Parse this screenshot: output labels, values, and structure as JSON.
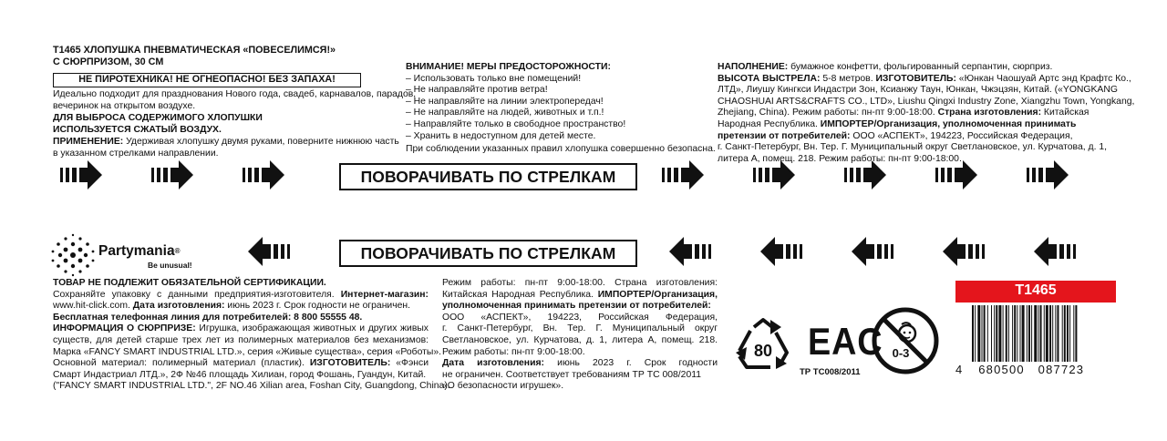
{
  "product": {
    "title_l1": "Т1465 ХЛОПУШКА ПНЕВМАТИЧЕСКАЯ «ПОВЕСЕЛИМСЯ!»",
    "title_l2": "С СЮРПРИЗОМ, 30 СМ",
    "warning_box": "НЕ ПИРОТЕХНИКА! НЕ ОГНЕОПАСНО! БЕЗ ЗАПАХА!",
    "ideal_l1": "Идеально подходит для празднования Нового года, свадеб, карнавалов, парадов,",
    "ideal_l2": "вечеринок на открытом воздухе.",
    "air_l1": "ДЛЯ ВЫБРОСА СОДЕРЖИМОГО ХЛОПУШКИ",
    "air_l2": "ИСПОЛЬЗУЕТСЯ СЖАТЫЙ ВОЗДУХ.",
    "usage_label": "ПРИМЕНЕНИЕ:",
    "usage_l1": " Удерживая хлопушку двумя руками, поверните нижнюю часть",
    "usage_l2": "в указанном стрелками направлении."
  },
  "precautions": {
    "heading": "ВНИМАНИЕ! МЕРЫ ПРЕДОСТОРОЖНОСТИ:",
    "items": [
      "–  Использовать только вне помещений!",
      "–  Не направляйте против ветра!",
      "–  Не направляйте на линии электропередач!",
      "–  Не направляйте на людей, животных и т.п.!",
      "–  Направляйте только в свободное пространство!",
      "–  Хранить в недоступном для детей месте."
    ],
    "footer": "При соблюдении указанных правил хлопушка совершенно безопасна."
  },
  "filling": {
    "l1_label": "НАПОЛНЕНИЕ:",
    "l1_text": " бумажное конфетти, фольгированный серпантин, сюрприз.",
    "l2_label1": "ВЫСОТА ВЫСТРЕЛА:",
    "l2_text1": " 5-8 метров. ",
    "l2_label2": "ИЗГОТОВИТЕЛЬ:",
    "l2_text2": " «Юнкан Чаошуай Артс энд Крафтс Ко.,",
    "l3": "ЛТД», Лиушу Кингкси Индастри Зон, Ксианжу Таун, Юнкан, Чжэцзян, Китай. («YONGKANG",
    "l4": "CHAOSHUAI ARTS&CRAFTS CO., LTD», Liushu Qingxi Industry Zone, Xiangzhu Town, Yongkang,",
    "l5_text": "Zhejiang, China). Режим работы: пн-пт 9:00-18:00. ",
    "l5_label": "Страна изготовления:",
    "l5_text2": " Китайская",
    "l6_text": "Народная Республика. ",
    "l6_label": "ИМПОРТЕР/Организация, уполномоченная принимать",
    "l7_label": "претензии от потребителей:",
    "l7_text": " ООО «АСПЕКТ», 194223, Российская Федерация,",
    "l8": "г. Санкт-Петербург, Вн. Тер. Г. Муниципальный округ Светлановское, ул. Курчатова, д. 1,",
    "l9": "литера А, помещ. 218. Режим работы: пн-пт 9:00-18:00."
  },
  "rotate_label": "ПОВОРАЧИВАТЬ ПО СТРЕЛКАМ",
  "logo": {
    "brand": "Partymania",
    "reg": "®",
    "slogan": "Be unusual!"
  },
  "bottom_left": {
    "l1": "ТОВАР НЕ ПОДЛЕЖИТ ОБЯЗАТЕЛЬНОЙ СЕРТИФИКАЦИИ.",
    "l2_text": "Сохраняйте упаковку с данными предприятия-изготовителя. ",
    "l2_label": "Интернет-магазин:",
    "l3_text": "www.hit-click.com. ",
    "l3_label": "Дата изготовления:",
    "l3_text2": " июнь 2023 г. Срок годности не ограничен.",
    "l4_label": "Бесплатная телефонная линия",
    "l4_text": "для потребителей: 8 800 55555 48.",
    "l5_label": "ИНФОРМАЦИЯ О СЮРПРИЗЕ:",
    "l5_text": " Игрушка, изображающая животных и других живых",
    "l6": "существ, для детей старше трех лет из полимерных материалов без механизмов:",
    "l7": "Марка «FANCY SMART INDUSTRIAL LTD.», серия «Живые существа», серия «Роботы».",
    "l8_text": "Основной материал: полимерный материал (пластик). ",
    "l8_label": "ИЗГОТОВИТЕЛЬ:",
    "l8_text2": " «Фэнси",
    "l9": "Смарт Индастриал ЛТД.», 2Ф №46 площадь Хилиан, город Фошань, Гуандун, Китай.",
    "l10": "(\"FANCY SMART INDUSTRIAL LTD.\", 2F NO.46 Xilian area, Foshan City, Guangdong, China)."
  },
  "bottom_mid": {
    "l1": "Режим работы: пн-пт 9:00-18:00. Страна изготовления:",
    "l2_text": "Китайская Народная Республика. ",
    "l2_label": "ИМПОРТЕР/Организация,",
    "l3": "уполномоченная принимать претензии от потребителей:",
    "l4": "ООО «АСПЕКТ», 194223, Российская Федерация,",
    "l5": "г. Санкт-Петербург, Вн. Тер. Г. Муниципальный округ",
    "l6": "Светлановское, ул. Курчатова, д. 1, литера А, помещ. 218.",
    "l7": "Режим работы: пн-пт 9:00-18:00.",
    "l8_label": "Дата изготовления:",
    "l8_text": " июнь 2023 г. Срок годности",
    "l9": "не ограничен. Соответствует требованиям ТР ТС 008/2011",
    "l10": "«О безопасности игрушек»."
  },
  "marks": {
    "recycle_code": "80",
    "eac": "EAC",
    "eac_caption": "ТР ТС008/2011",
    "age_label": "0-3"
  },
  "barcode": {
    "sku": "Т1465",
    "first": "4",
    "group1": "680500",
    "group2": "087723",
    "colors": {
      "sku_bg": "#e4151c"
    }
  }
}
